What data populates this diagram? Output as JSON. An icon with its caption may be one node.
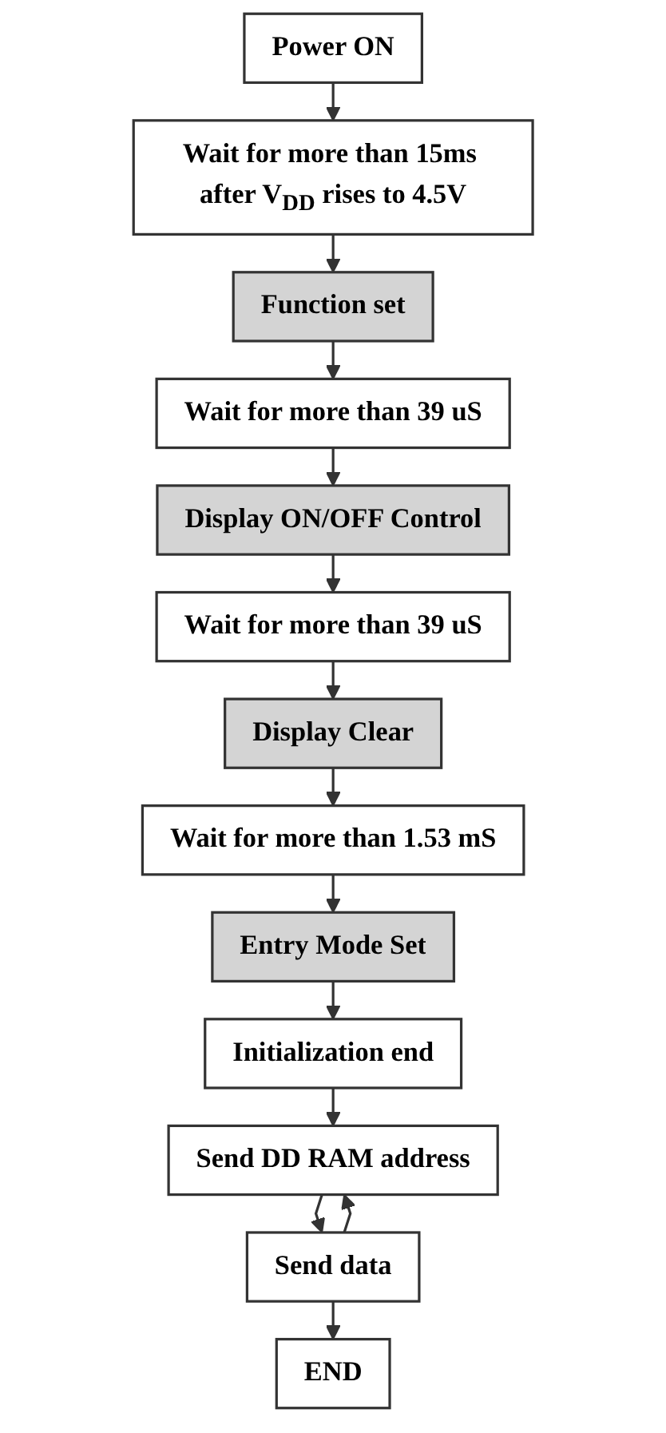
{
  "diagram": {
    "nodes": [
      {
        "text": [
          "Power ON"
        ]
      },
      {
        "text": [
          "Wait for more than 15ms after V$_{DD}$ rises to 4.5V"
        ]
      },
      {
        "text": [
          "Function set"
        ]
      },
      {
        "text": [
          "Wait for more than 39 uS"
        ]
      },
      {
        "text": [
          "Display ON/OFF Control"
        ]
      },
      {
        "text": [
          "Wait for more than 39 uS"
        ]
      },
      {
        "text": [
          "Display Clear"
        ]
      },
      {
        "text": [
          "Wait for more than 1.53 mS"
        ]
      },
      {
        "text": [
          "Entry Mode Set"
        ]
      },
      {
        "text": [
          "Initialization end"
        ]
      },
      {
        "text": [
          "Send DD RAM address"
        ]
      },
      {
        "text": [
          "Send data"
        ]
      },
      {
        "text": [
          "END"
        ]
      }
    ],
    "edges": [
      {
        "from": 0,
        "to": 1,
        "arrow": "to"
      },
      {
        "from": 1,
        "to": 2,
        "arrow": "to"
      },
      {
        "from": 2,
        "to": 3,
        "arrow": "to"
      },
      {
        "from": 3,
        "to": 4,
        "arrow": "to"
      },
      {
        "from": 4,
        "to": 5,
        "arrow": "to"
      },
      {
        "from": 5,
        "to": 6,
        "arrow": "to"
      },
      {
        "from": 6,
        "to": 7,
        "arrow": "to"
      },
      {
        "from": 7,
        "to": 8,
        "arrow": "to"
      },
      {
        "from": 8,
        "to": 9,
        "arrow": "to"
      },
      {
        "from": 9,
        "to": 10,
        "arrow": "to"
      },
      {
        "from": 10,
        "to": 11,
        "arrow": "to"
      },
      {
        "from": 11,
        "to": 12,
        "arrow": "to"
      },
      {
        "from": 11,
        "to": 10,
        "arrow": "to"
      }
    ]
  }
}
